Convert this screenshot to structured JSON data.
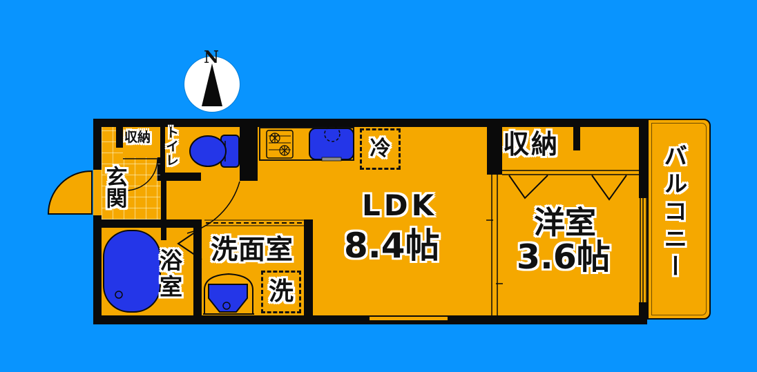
{
  "floorplan": {
    "compass": {
      "label": "N"
    },
    "rooms": {
      "entrance": {
        "label": "玄関"
      },
      "entrance_storage": {
        "label": "収納"
      },
      "toilet": {
        "label": "トイレ"
      },
      "bathroom": {
        "label": "浴室"
      },
      "washroom": {
        "label": "洗面室"
      },
      "washer_space": {
        "label": "洗"
      },
      "refrigerator_space": {
        "label": "冷"
      },
      "ldk": {
        "label": "LDK",
        "size": "8.4帖"
      },
      "western_room": {
        "label": "洋室",
        "size": "3.6帖"
      },
      "closet": {
        "label": "収納"
      },
      "balcony": {
        "label": "バルコニー"
      }
    },
    "colors": {
      "background": "#0994FE",
      "floor": "#F5A800",
      "fixture": "#2436E8",
      "wall": "#0A0A0A",
      "text_outline": "#FFFFFF"
    }
  }
}
